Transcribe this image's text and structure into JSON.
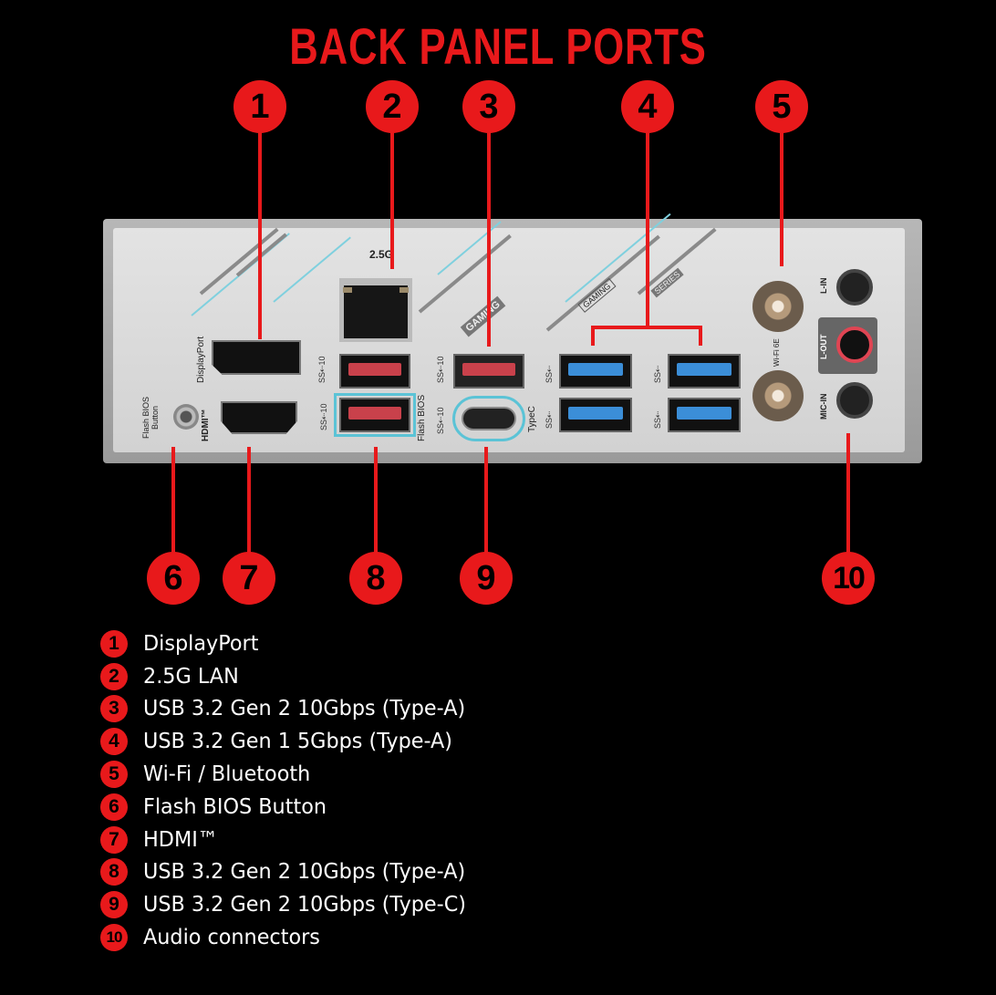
{
  "title": "BACK PANEL PORTS",
  "callouts": [
    "1",
    "2",
    "3",
    "4",
    "5",
    "6",
    "7",
    "8",
    "9",
    "10"
  ],
  "panel_labels": {
    "lan_speed": "2.5G",
    "displayport": "DisplayPort",
    "hdmi": "HDMI™",
    "flash_bios_button": "Flash BIOS Button",
    "flash_bios": "Flash BIOS",
    "typec": "TypeC",
    "gaming": "GAMING",
    "gaming2": "GAMING",
    "series": "SERIES",
    "wifi": "Wi-Fi 6E",
    "line_in": "L-IN",
    "line_out": "L-OUT",
    "mic_in": "MIC-IN",
    "ss10": "SS⇠10",
    "ss": "SS⇠"
  },
  "colors": {
    "accent": "#e8191b",
    "usb_gen2": "#c9414b",
    "usb_gen1": "#3b8ed8",
    "highlight": "#5bc3d6"
  },
  "legend": [
    {
      "num": "1",
      "label": "DisplayPort"
    },
    {
      "num": "2",
      "label": "2.5G LAN"
    },
    {
      "num": "3",
      "label": "USB 3.2 Gen 2 10Gbps (Type-A)"
    },
    {
      "num": "4",
      "label": "USB 3.2 Gen 1 5Gbps (Type-A)"
    },
    {
      "num": "5",
      "label": "Wi-Fi / Bluetooth"
    },
    {
      "num": "6",
      "label": "Flash BIOS Button"
    },
    {
      "num": "7",
      "label": "HDMI™"
    },
    {
      "num": "8",
      "label": "USB 3.2 Gen 2 10Gbps (Type-A)"
    },
    {
      "num": "9",
      "label": "USB 3.2 Gen 2 10Gbps (Type-C)"
    },
    {
      "num": "10",
      "label": "Audio connectors"
    }
  ]
}
